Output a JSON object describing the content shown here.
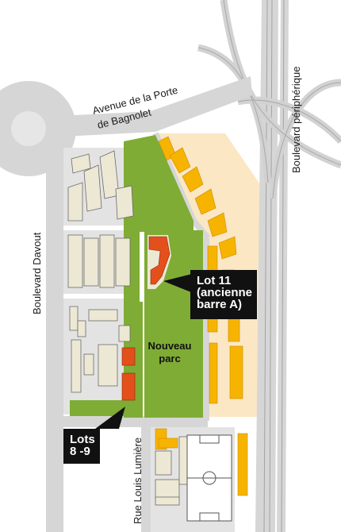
{
  "map": {
    "roads": {
      "avenue_line1": "Avenue de la Porte",
      "avenue_line2": "de Bagnolet",
      "peripherique": "Boulevard périphérique",
      "davout": "Boulevard Davout",
      "lumiere": "Rue Louis Lumière"
    },
    "park": {
      "line1": "Nouveau",
      "line2": "parc"
    },
    "callouts": {
      "lot11": {
        "line1": "Lot 11",
        "line2": "(ancienne",
        "line3": "barre A)"
      },
      "lots89": {
        "line1": "Lots",
        "line2": "8 -9"
      }
    },
    "colors": {
      "road": "#d6d6d6",
      "road_line": "#9a9a9a",
      "park": "#7fac35",
      "existing_building": "#ece8d4",
      "new_building": "#f6b400",
      "highlight_lot": "#e3501c",
      "zone": "#fbe7c4",
      "callout": "#111111"
    }
  }
}
